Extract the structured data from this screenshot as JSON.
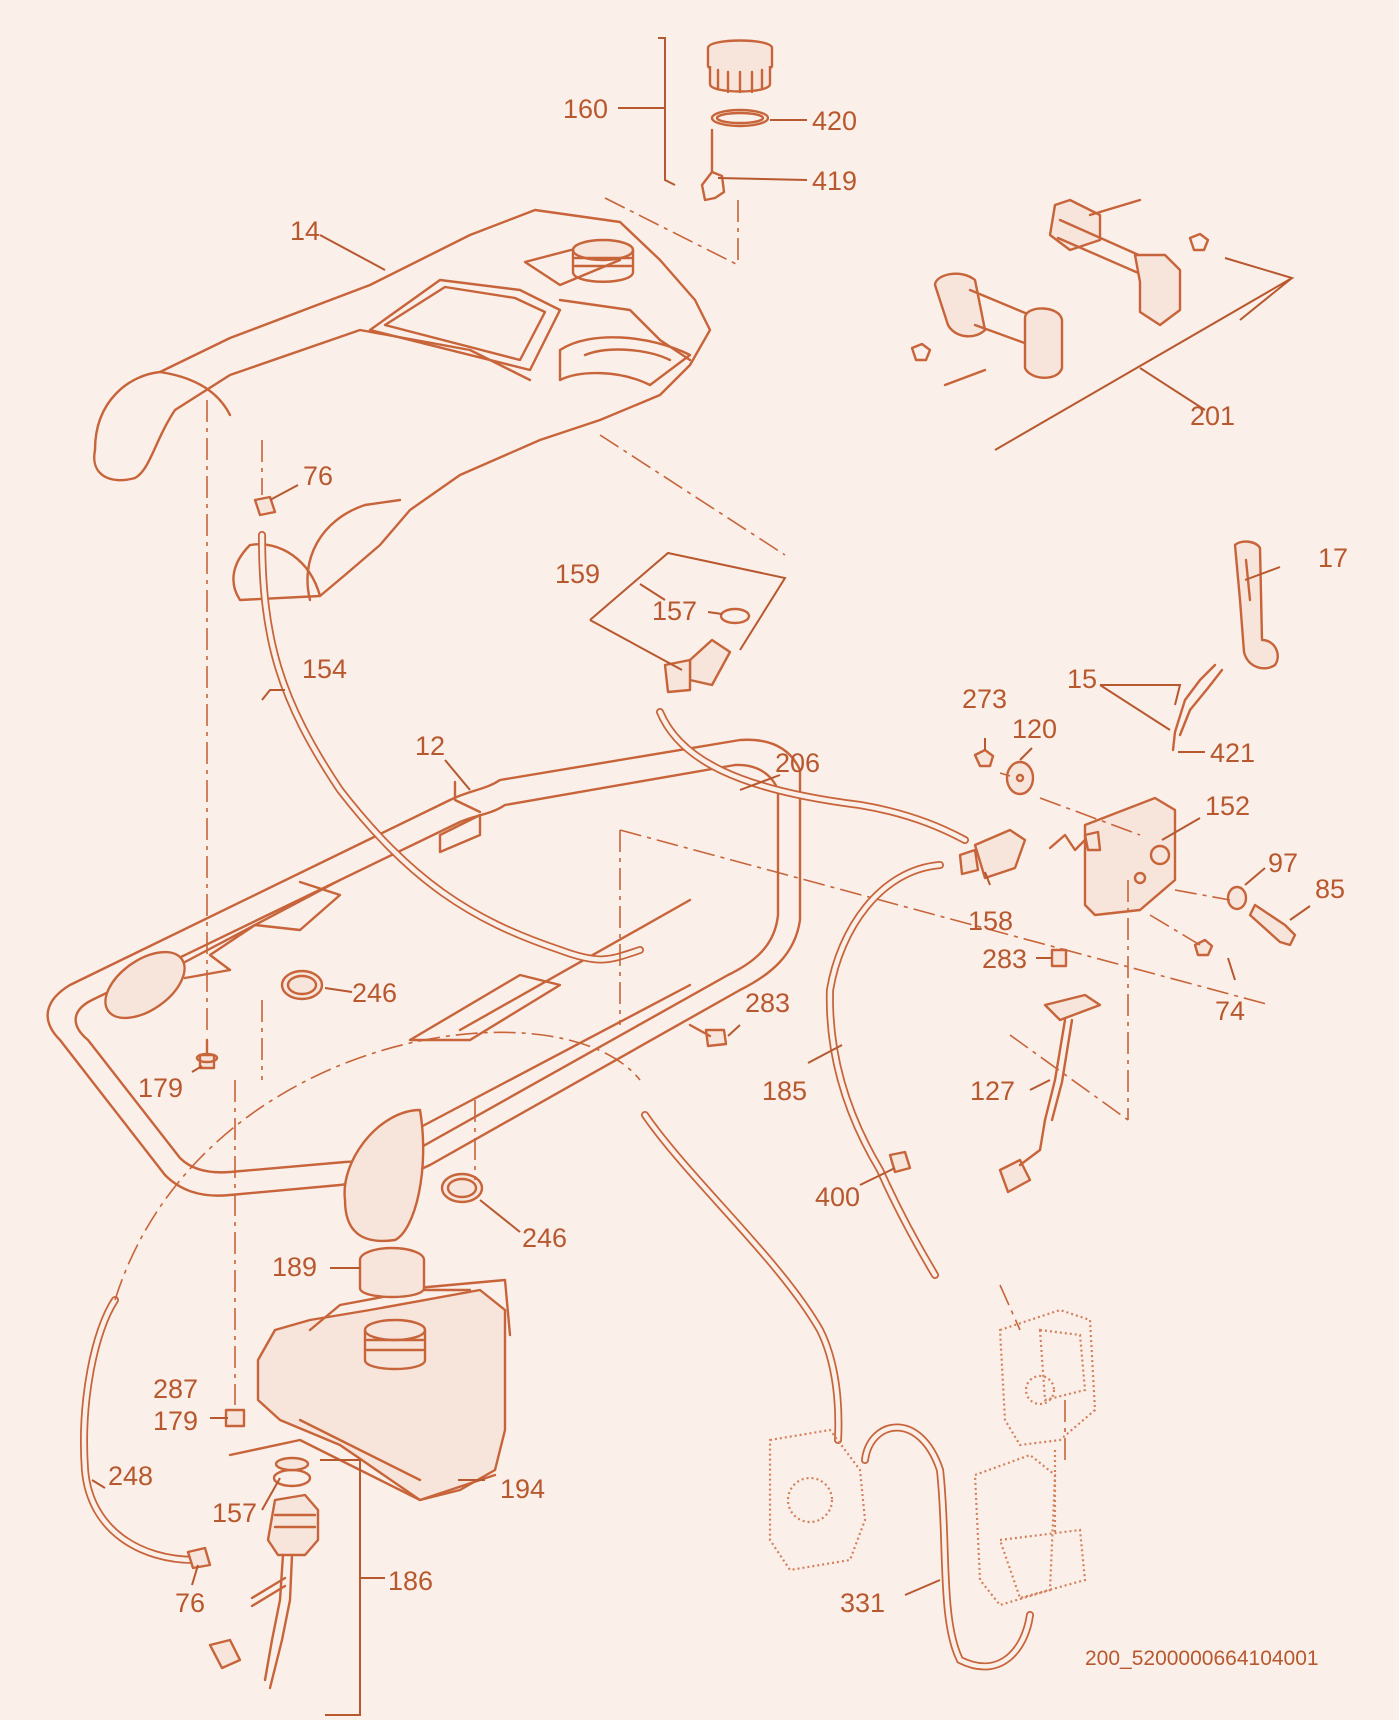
{
  "diagram": {
    "colors": {
      "background": "#fbefe9",
      "line": "#c7643a",
      "text": "#b8582e"
    },
    "callouts": {
      "c160": "160",
      "c420": "420",
      "c419": "419",
      "c14": "14",
      "c201": "201",
      "c76a": "76",
      "c17": "17",
      "c159": "159",
      "c157a": "157",
      "c154": "154",
      "c15": "15",
      "c421": "421",
      "c273": "273",
      "c120": "120",
      "c12": "12",
      "c206": "206",
      "c152": "152",
      "c97": "97",
      "c85": "85",
      "c158": "158",
      "c283a": "283",
      "c74": "74",
      "c246a": "246",
      "c283b": "283",
      "c179a": "179",
      "c185": "185",
      "c127": "127",
      "c400": "400",
      "c246b": "246",
      "c189": "189",
      "c287": "287",
      "c179b": "179",
      "c248": "248",
      "c157b": "157",
      "c194": "194",
      "c186": "186",
      "c76b": "76",
      "c331": "331"
    },
    "drawing_code": "200_5200000664104001"
  }
}
